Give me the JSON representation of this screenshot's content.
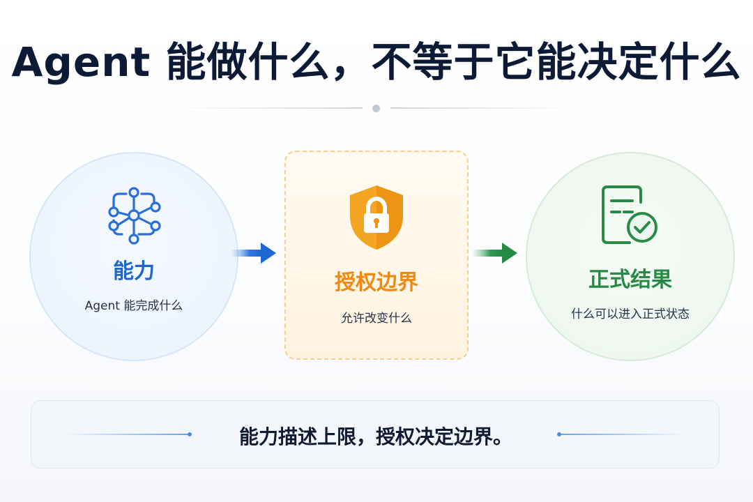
{
  "title": "Agent 能做什么，不等于它能决定什么",
  "nodes": {
    "capability": {
      "heading": "能力",
      "subtitle": "Agent 能完成什么",
      "icon": "network-nodes-icon",
      "color": "#1e66c8"
    },
    "authorization": {
      "heading": "授权边界",
      "subtitle": "允许改变什么",
      "icon": "shield-lock-icon",
      "color": "#ee8a12"
    },
    "result": {
      "heading": "正式结果",
      "subtitle": "什么可以进入正式状态",
      "icon": "document-check-icon",
      "color": "#278a44"
    }
  },
  "footer": {
    "text": "能力描述上限，授权决定边界。"
  }
}
